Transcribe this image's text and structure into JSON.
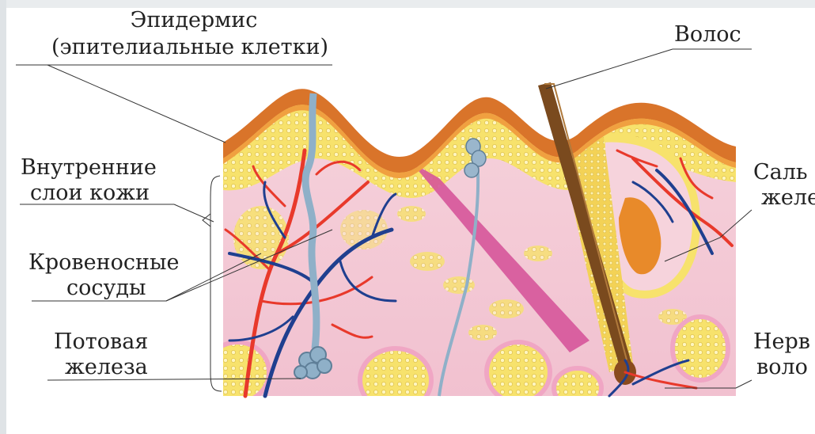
{
  "labels": {
    "epidermis": "Эпидермис",
    "epidermis_sub": "(эпителиальные клетки)",
    "inner_layers_1": "Внутренние",
    "inner_layers_2": "слои кожи",
    "vessels_1": "Кровеносные",
    "vessels_2": "сосуды",
    "sweat_gland_1": "Потовая",
    "sweat_gland_2": "железа",
    "hair": "Волос",
    "sebaceous_1": "Саль",
    "sebaceous_2": "желе",
    "nerve_1": "Нерв",
    "nerve_2": "воло"
  },
  "colors": {
    "epidermis_outer": "#d9742a",
    "epidermis_inner": "#f7e072",
    "dermis": "#f2c4d2",
    "fat": "#f6df62",
    "artery": "#e8392b",
    "vein": "#1f3f8f",
    "nerve_fiber": "#8fb0c8",
    "hair": "#7a4a1e",
    "muscle": "#d6559a",
    "gland": "#e88a2a"
  }
}
